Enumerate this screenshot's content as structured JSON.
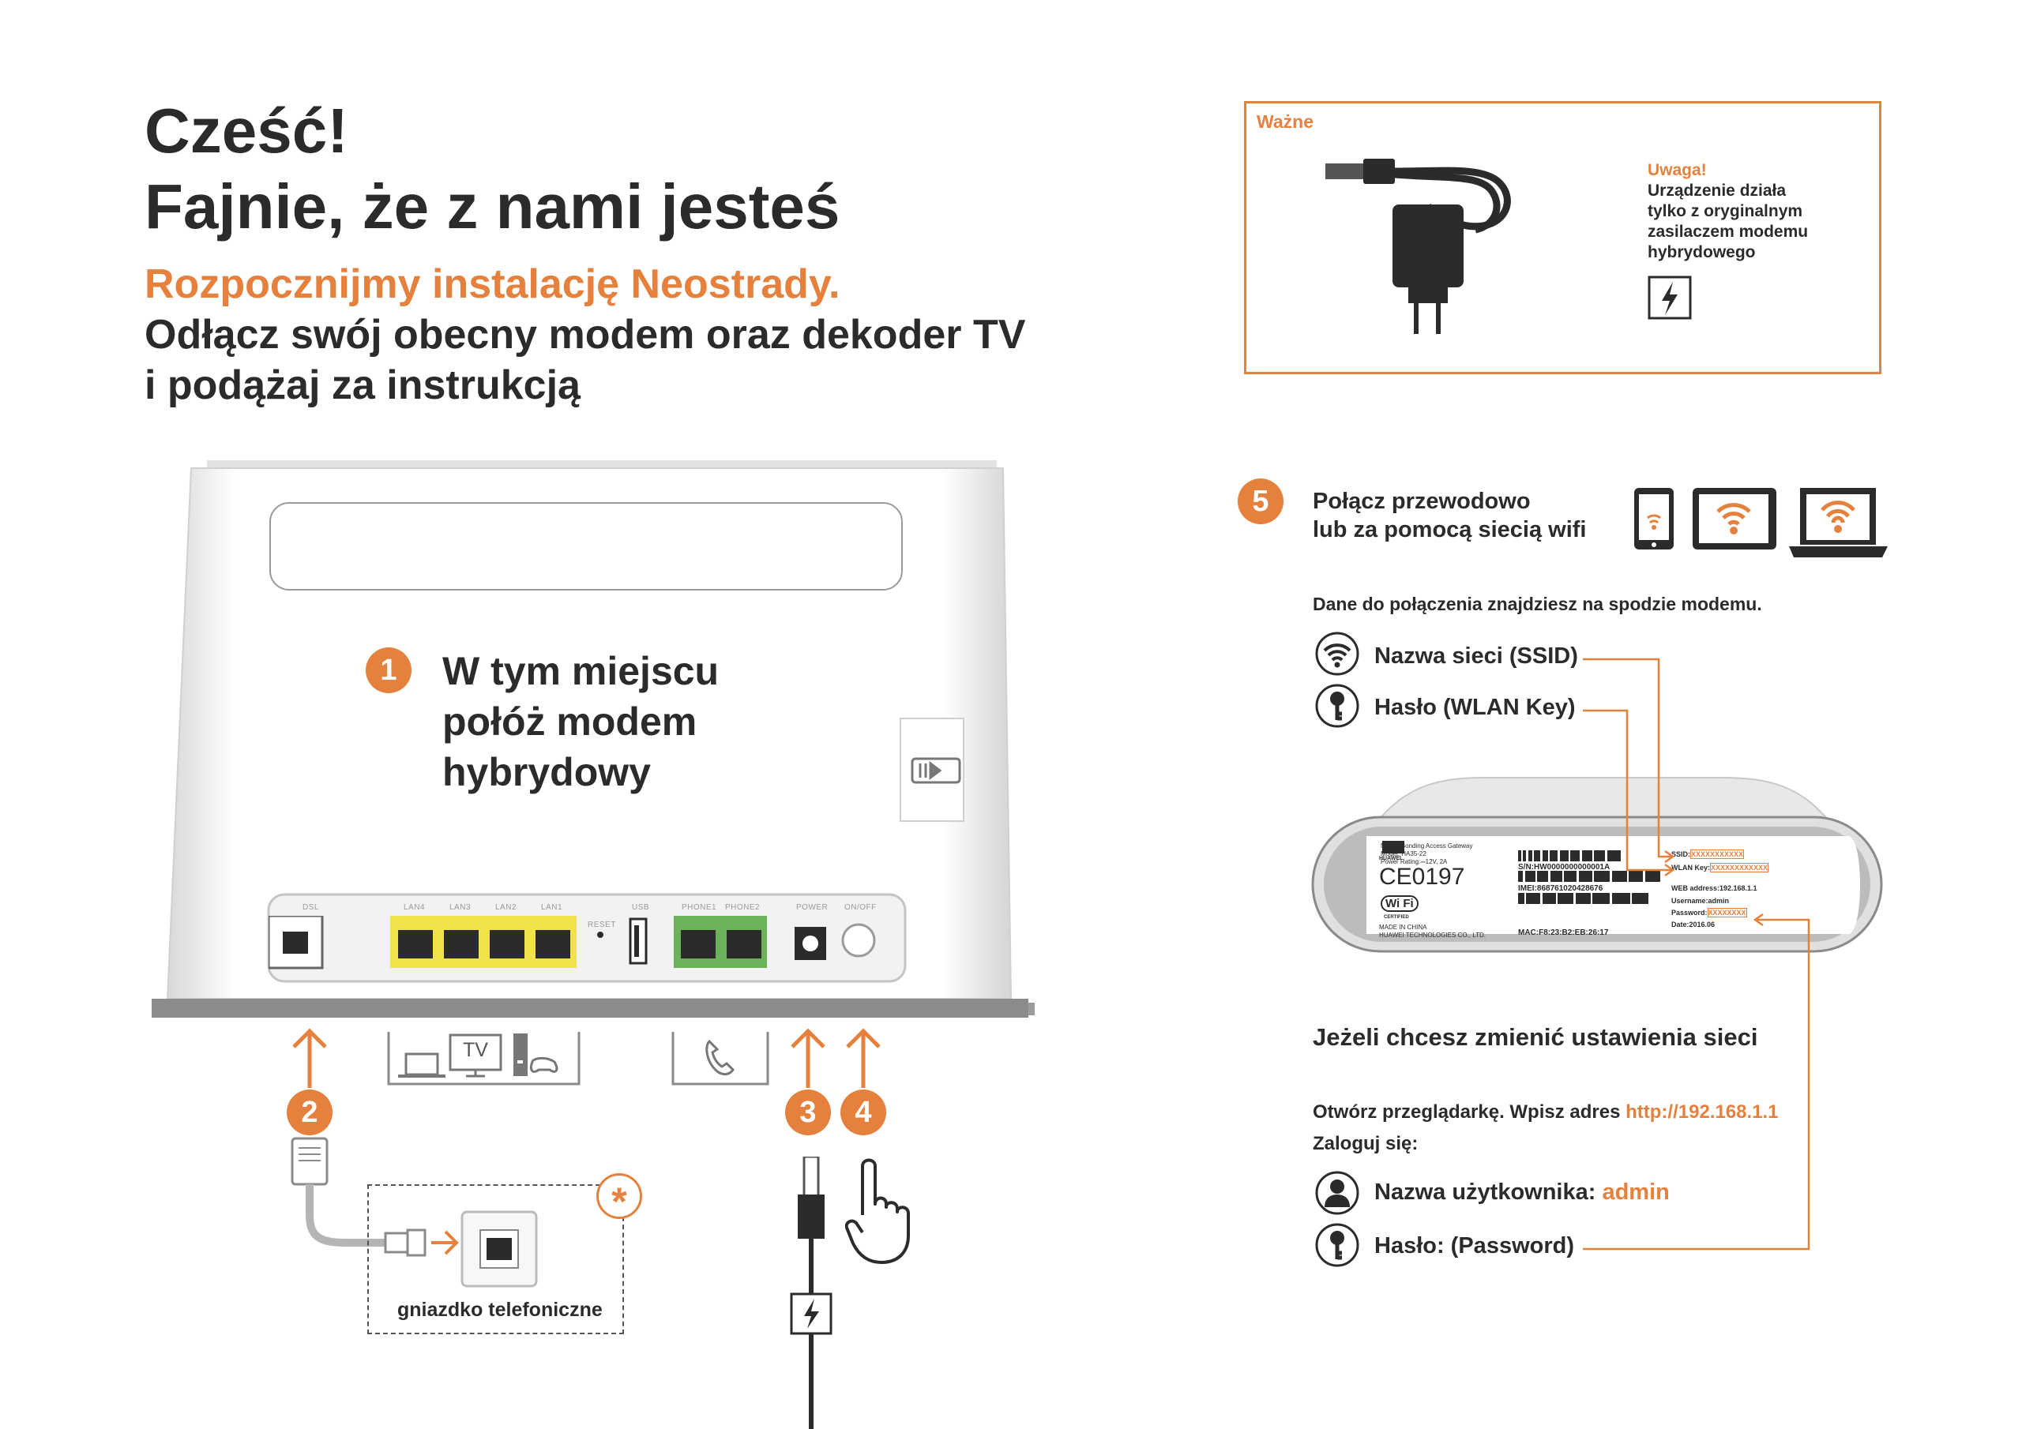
{
  "header": {
    "title_line1": "Cześć!",
    "title_line2": "Fajnie, że z nami jesteś",
    "subtitle_orange": "Rozpocznijmy instalację Neostrady.",
    "subtitle_line1": "Odłącz swój obecny modem oraz dekoder TV",
    "subtitle_line2": "i podążaj za instrukcją"
  },
  "important_box": {
    "heading": "Ważne",
    "warning_title": "Uwaga!",
    "warning_text_1": "Urządzenie działa",
    "warning_text_2": "tylko z oryginalnym",
    "warning_text_3": "zasilaczem modemu",
    "warning_text_4": "hybrydowego"
  },
  "step1": {
    "number": "1",
    "line1": "W tym miejscu",
    "line2": "połóż modem",
    "line3": "hybrydowy"
  },
  "ports": {
    "dsl": "DSL",
    "lan4": "LAN4",
    "lan3": "LAN3",
    "lan2": "LAN2",
    "lan1": "LAN1",
    "reset": "RESET",
    "usb": "USB",
    "phone1": "PHONE1",
    "phone2": "PHONE2",
    "power": "POWER",
    "onoff": "ON/OFF"
  },
  "devices": {
    "tv_label": "TV"
  },
  "steps": {
    "s2": "2",
    "s3": "3",
    "s4": "4",
    "s5": "5",
    "asterisk": "*"
  },
  "socket_label": "gniazdko telefoniczne",
  "step5": {
    "line1": "Połącz przewodowo",
    "line2": "lub za pomocą siecią wifi",
    "info": "Dane do połączenia znajdziesz na spodzie modemu.",
    "ssid_label": "Nazwa sieci (SSID)",
    "key_label": "Hasło (WLAN Key)"
  },
  "label_sticker": {
    "brand": "HUAWEI",
    "name": "Name: Bonding Access Gateway",
    "model": "Model: HA35-22",
    "power": "Power Rating:⎓12V, 2A",
    "ce": "CE0197",
    "wifi": "Wi Fi",
    "certified": "CERTIFIED",
    "made": "MADE IN CHINA",
    "company": "HUAWEI TECHNOLOGIES CO., LTD.",
    "sn": "S/N:HW0000000000001A",
    "imei": "IMEI:868761020428676",
    "mac": "MAC:F8:23:B2:EB:26:17",
    "ssid": "SSID:",
    "ssid_value": "XXXXXXXXXXX",
    "wlan_key": "WLAN Key:",
    "wlan_key_value": "XXXXXXXXXXXX",
    "web_address": "WEB address:192.168.1.1",
    "username": "Username:admin",
    "password": "Password:",
    "password_value": "XXXXXXXX",
    "date": "Date:2016.06"
  },
  "settings": {
    "heading": "Jeżeli chcesz zmienić ustawienia sieci",
    "open_browser": "Otwórz przeglądarkę. Wpisz adres ",
    "url": "http://192.168.1.1",
    "login": "Zaloguj się:",
    "username_label": "Nazwa użytkownika: ",
    "username_value": "admin",
    "password_label": "Hasło: (Password)"
  },
  "colors": {
    "accent": "#e5813d",
    "text": "#2b2b2b",
    "lan": "#f2e24a",
    "phone": "#6db15a"
  }
}
